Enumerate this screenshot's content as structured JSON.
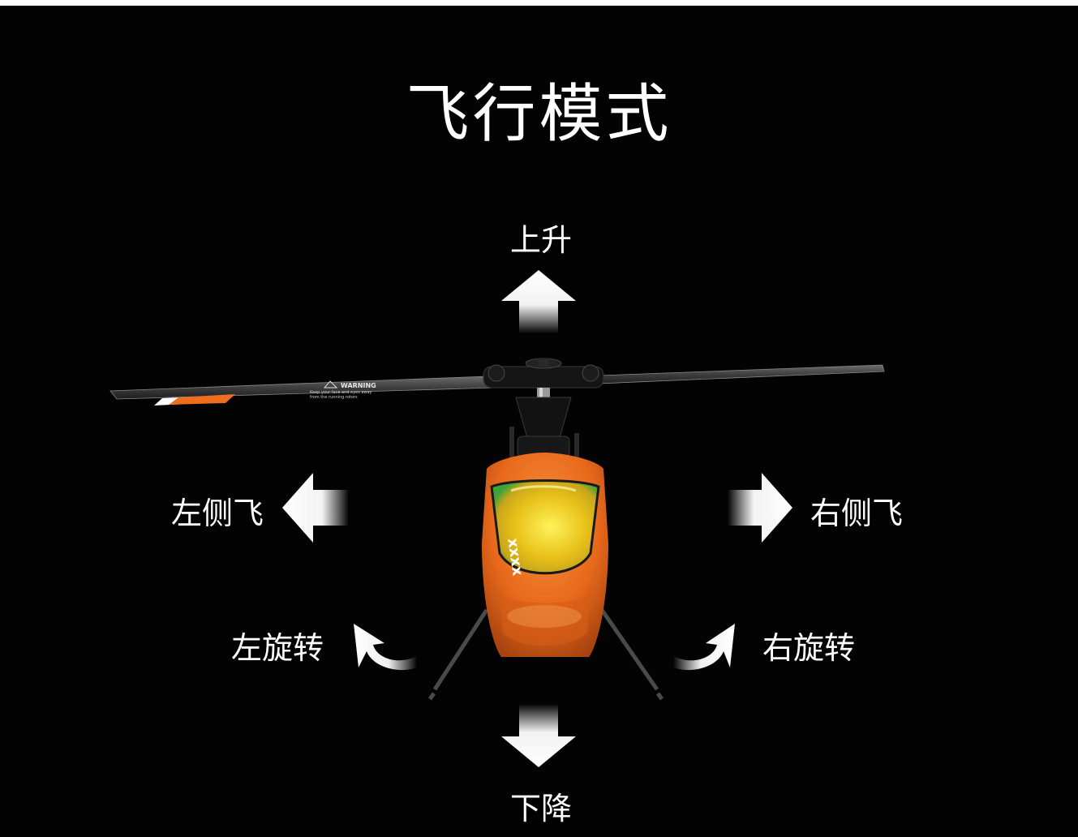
{
  "page": {
    "title": "飞行模式",
    "background": "#030303",
    "accent_color": "#ee6e1f"
  },
  "directions": {
    "up": "上升",
    "down": "下降",
    "left": "左侧飞",
    "right": "右侧飞",
    "rotate_left": "左旋转",
    "rotate_right": "右旋转"
  },
  "helicopter": {
    "blade_warning_title": "WARNING",
    "blade_warning_line1": "Keep your face and eyes away",
    "blade_warning_line2": "from the running rotors",
    "body_color": "#ee6e1f",
    "canopy_color": "#e8c21a"
  },
  "icons": {
    "up": "arrow-up-icon",
    "down": "arrow-down-icon",
    "left": "arrow-left-icon",
    "right": "arrow-right-icon",
    "rotate_left": "rotate-left-icon",
    "rotate_right": "rotate-right-icon"
  }
}
